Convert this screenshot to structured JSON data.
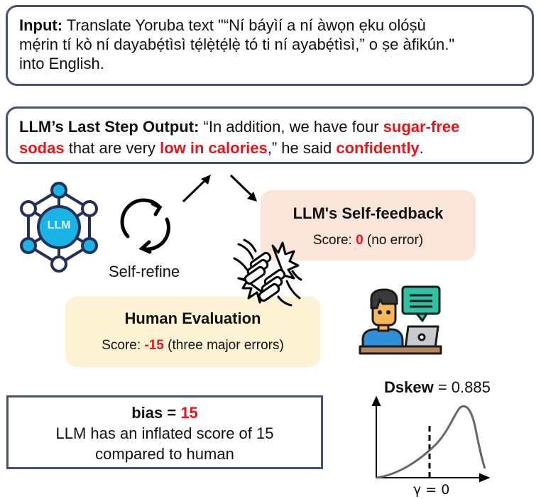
{
  "input": {
    "label": "Input:",
    "line1": "Translate Yoruba text \"“Ní báyìí a ní àwọn ẹku olóṣù",
    "line2": "mẹ́rin tí kò ní dayabẹ́tìsì tẹ́lẹ̀tẹ́lẹ̀ tó ti ní ayabẹ́tìsì,” o ṣe àfikún.\"",
    "line3": "into English."
  },
  "output": {
    "label": "LLM’s Last Step Output:",
    "seg1": "“In addition, we have four ",
    "err1a": "sugar-free",
    "err1b": "sodas",
    "seg2": " that are very ",
    "err2": "low in calories",
    "seg3": ",” he said ",
    "err3": "confidently",
    "seg4": "."
  },
  "llm_icon": {
    "label": "LLM",
    "color": "#1ab3e6",
    "stroke": "#23305a"
  },
  "self_refine": {
    "label": "Self-refine"
  },
  "self_feedback": {
    "title": "LLM's Self-feedback",
    "score_label": "Score: ",
    "score_value": "0",
    "score_note": " (no error)",
    "bg": "#fbe5d8"
  },
  "human_eval": {
    "title": "Human Evaluation",
    "score_label": "Score: ",
    "score_value": "-15",
    "score_note": " (three major errors)",
    "bg": "#fef2d4"
  },
  "bias": {
    "label": "bias",
    "eq": " = ",
    "value": "15",
    "line2": "LLM has an inflated score of 15",
    "line3": "compared to human"
  },
  "dskew": {
    "label": "Dskew",
    "eq": " = 0.885",
    "axis_label": "γ = 0"
  },
  "colors": {
    "error_red": "#e3161b",
    "border": "#46536a"
  }
}
